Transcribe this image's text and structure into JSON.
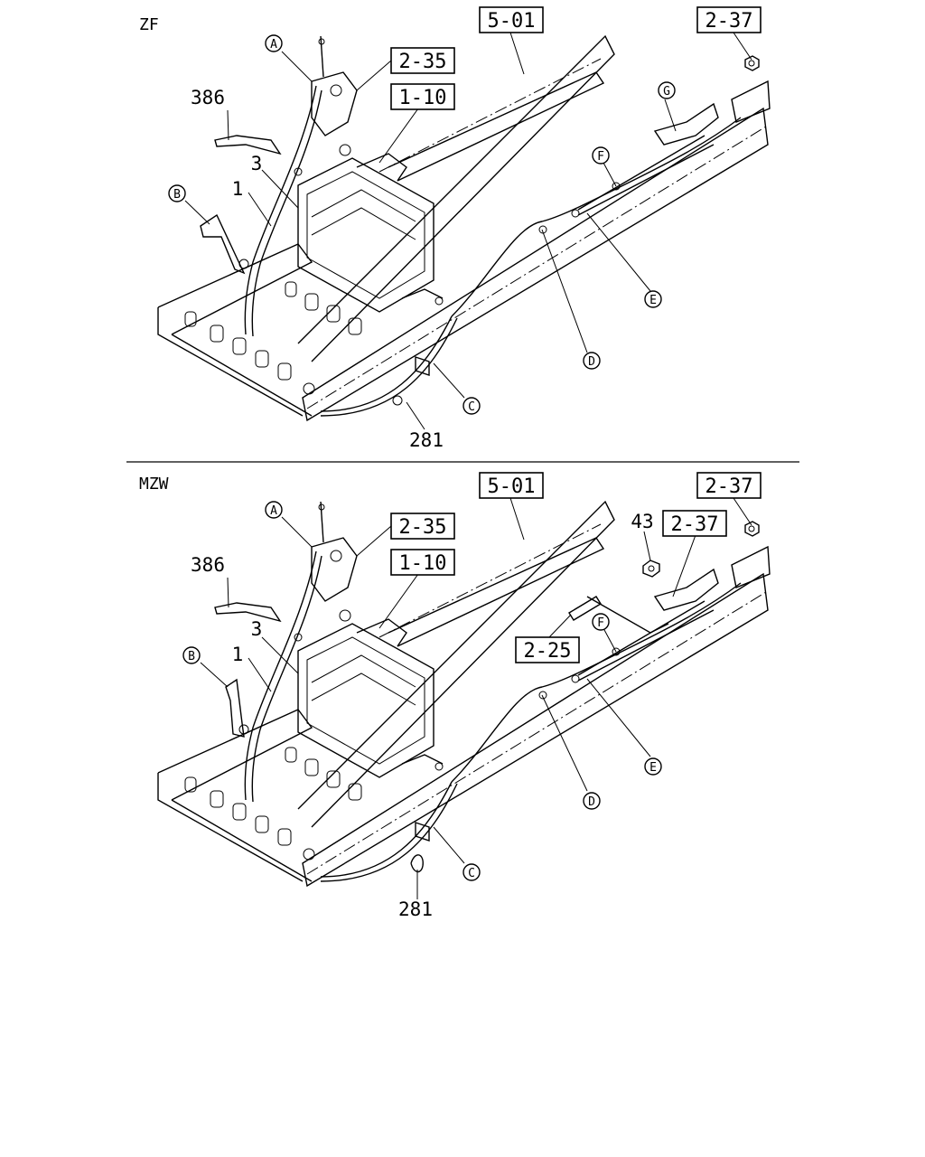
{
  "panels": [
    {
      "variant": "ZF",
      "refs": {
        "frame": "5-01",
        "nut": "2-37",
        "bracket": "2-35",
        "battery": "1-10"
      },
      "parts": {
        "bracket_386": "386",
        "cable_3": "3",
        "cable_1": "1",
        "clip_281": "281"
      },
      "letters": {
        "A": "A",
        "B": "B",
        "C": "C",
        "D": "D",
        "E": "E",
        "F": "F",
        "G": "G"
      }
    },
    {
      "variant": "MZW",
      "refs": {
        "frame": "5-01",
        "nut": "2-37",
        "nut_b": "2-37",
        "bracket": "2-35",
        "battery": "1-10",
        "bolt": "2-25"
      },
      "parts": {
        "bracket_386": "386",
        "cable_3": "3",
        "cable_1": "1",
        "clip_281": "281",
        "washer_43": "43"
      },
      "letters": {
        "A": "A",
        "B": "B",
        "C": "C",
        "D": "D",
        "E": "E",
        "F": "F"
      }
    }
  ]
}
